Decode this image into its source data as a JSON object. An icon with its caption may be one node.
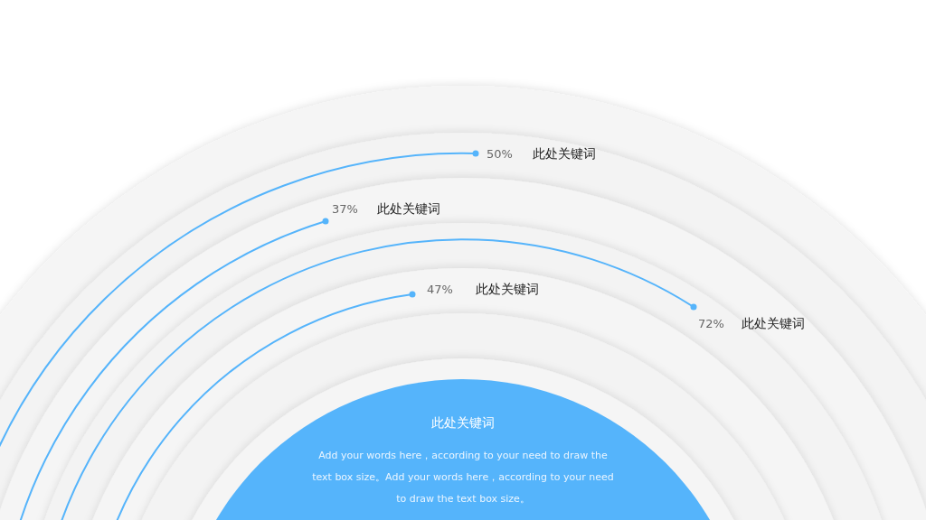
{
  "diagram": {
    "nodes": [
      {
        "text": [
          "此处关键词",
          "Add your words here，according to your need to draw the text box size。Add your words here，according to your need to draw the text box size。"
        ]
      }
    ],
    "edges": [],
    "labels": [
      "50%",
      "此处关键词",
      "37%",
      "此处关键词",
      "47%",
      "此处关键词",
      "72%",
      "此处关键词"
    ]
  }
}
